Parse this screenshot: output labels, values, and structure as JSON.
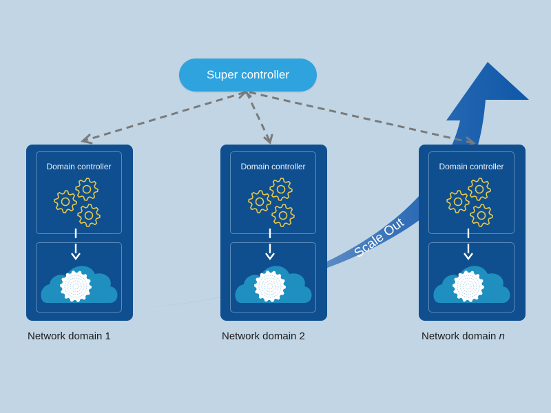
{
  "super_controller": {
    "label": "Super controller",
    "color": "#2ea3de"
  },
  "scale_out": {
    "label": "Scale Out",
    "color": "#1a5fb0"
  },
  "domains": [
    {
      "controller_label": "Domain controller",
      "caption_prefix": "Network domain ",
      "caption_suffix": "1",
      "suffix_italic": false
    },
    {
      "controller_label": "Domain controller",
      "caption_prefix": "Network domain ",
      "caption_suffix": "2",
      "suffix_italic": false
    },
    {
      "controller_label": "Domain controller",
      "caption_prefix": "Network domain ",
      "caption_suffix": "n",
      "suffix_italic": true
    }
  ],
  "colors": {
    "background": "#c1d5e4",
    "domain_box": "#0f4f8f",
    "gear": "#e6c84a",
    "cloud": "#1f8fc0",
    "connector": "#7a7a7a"
  }
}
